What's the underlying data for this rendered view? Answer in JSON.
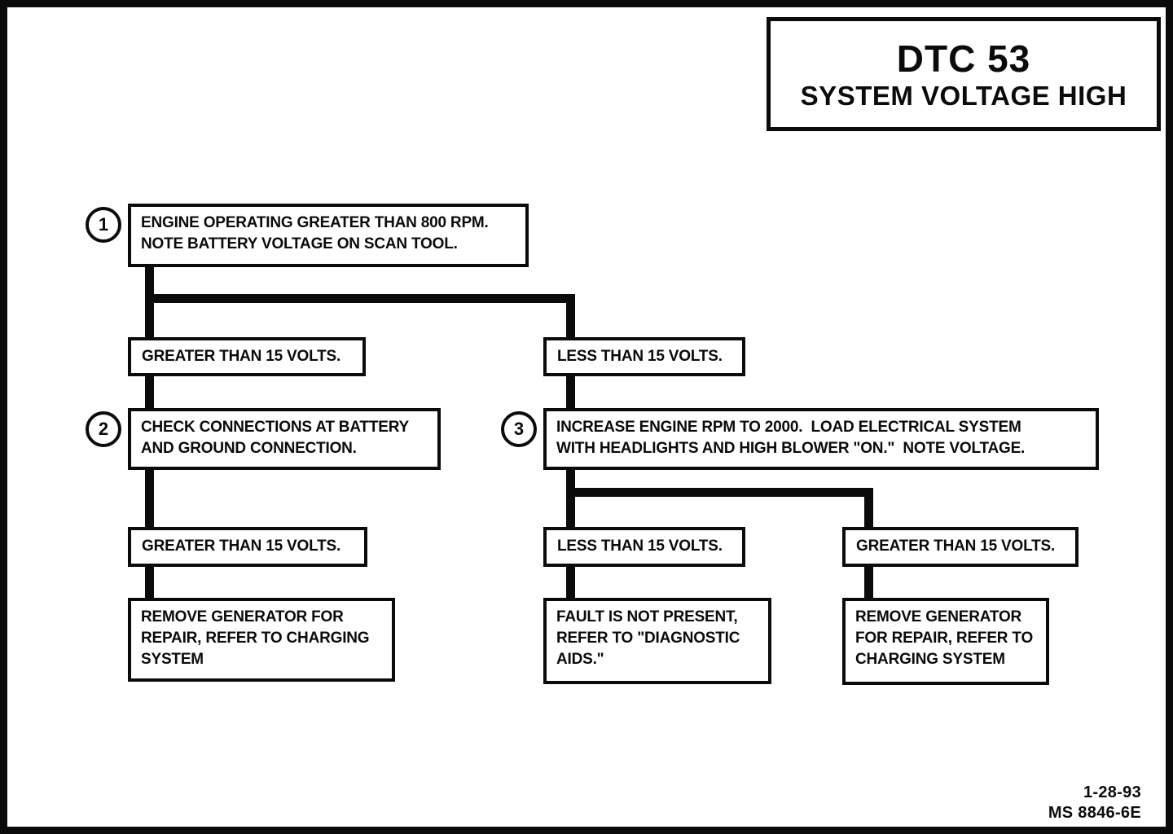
{
  "colors": {
    "ink": "#0b0b0b",
    "paper": "#ffffff"
  },
  "title_block": {
    "code": "DTC 53",
    "name": "SYSTEM VOLTAGE HIGH"
  },
  "nodes": {
    "step1": {
      "number": "1",
      "text": "ENGINE OPERATING GREATER THAN 800 RPM.\nNOTE BATTERY VOLTAGE ON SCAN TOOL."
    },
    "branch1_left": {
      "text": "GREATER THAN 15 VOLTS."
    },
    "branch1_right": {
      "text": "LESS THAN 15 VOLTS."
    },
    "step2": {
      "number": "2",
      "text": "CHECK CONNECTIONS AT BATTERY\nAND GROUND CONNECTION."
    },
    "step3": {
      "number": "3",
      "text": "INCREASE ENGINE RPM TO 2000.  LOAD ELECTRICAL SYSTEM\nWITH HEADLIGHTS AND HIGH BLOWER \"ON.\"  NOTE VOLTAGE."
    },
    "branch2_left": {
      "text": "GREATER THAN 15 VOLTS."
    },
    "branch3_left": {
      "text": "LESS THAN 15 VOLTS."
    },
    "branch3_right": {
      "text": "GREATER THAN 15 VOLTS."
    },
    "result_left": {
      "text": "REMOVE GENERATOR FOR\nREPAIR, REFER TO CHARGING\nSYSTEM"
    },
    "result_mid": {
      "text": "FAULT IS NOT PRESENT,\nREFER TO \"DIAGNOSTIC\nAIDS.\""
    },
    "result_right": {
      "text": "REMOVE GENERATOR\nFOR REPAIR, REFER TO\nCHARGING SYSTEM"
    }
  },
  "footer": {
    "date": "1-28-93",
    "doc_number": "MS 8846-6E"
  }
}
